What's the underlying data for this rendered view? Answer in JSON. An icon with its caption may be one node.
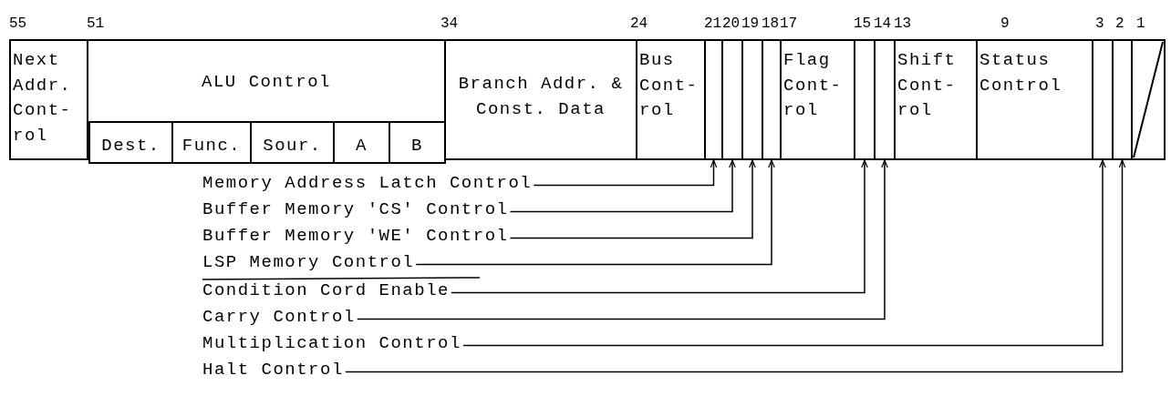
{
  "diagram": {
    "nodes": [
      {
        "text": [
          "Next Addr. Cont- rol"
        ]
      },
      {
        "text": [
          "ALU Control"
        ]
      },
      {
        "text": [
          "Dest."
        ],
        "in": 1
      },
      {
        "text": [
          "Func."
        ],
        "in": 1
      },
      {
        "text": [
          "Sour."
        ],
        "in": 1
      },
      {
        "text": [
          "A"
        ],
        "in": 1
      },
      {
        "text": [
          "B"
        ],
        "in": 1
      },
      {
        "text": [
          "Branch Addr. & Const. Data"
        ]
      },
      {
        "text": [
          "Bus Cont- rol"
        ]
      },
      {
        "text": [],
        "shape": "box"
      },
      {
        "text": [],
        "shape": "box"
      },
      {
        "text": [],
        "shape": "box"
      },
      {
        "text": [],
        "shape": "box"
      },
      {
        "text": [
          "Flag Cont- rol"
        ]
      },
      {
        "text": [],
        "shape": "box"
      },
      {
        "text": [],
        "shape": "box"
      },
      {
        "text": [
          "Shift Cont- rol"
        ]
      },
      {
        "text": [
          "Status Control"
        ]
      },
      {
        "text": [],
        "shape": "box"
      },
      {
        "text": [],
        "shape": "box"
      },
      {
        "text": [],
        "shape": "box"
      },
      {
        "text": [
          "Memory Address Latch Control"
        ]
      },
      {
        "text": [
          "Buffer Memory 'CS' Control"
        ]
      },
      {
        "text": [
          "Buffer Memory 'WE' Control"
        ]
      },
      {
        "text": [
          "LSP Memory Control"
        ]
      },
      {
        "text": [
          "Condition Cord Enable"
        ]
      },
      {
        "text": [
          "Carry Control"
        ]
      },
      {
        "text": [
          "Multiplication Control"
        ]
      },
      {
        "text": [
          "Halt Control"
        ]
      }
    ],
    "edges": [
      {
        "from": 21,
        "to": 9,
        "arrow": "to"
      },
      {
        "from": 22,
        "to": 10,
        "arrow": "to"
      },
      {
        "from": 23,
        "to": 11,
        "arrow": "to"
      },
      {
        "from": 24,
        "to": 12,
        "arrow": "to"
      },
      {
        "from": 25,
        "to": 14,
        "arrow": "to"
      },
      {
        "from": 26,
        "to": 15,
        "arrow": "to"
      },
      {
        "from": 27,
        "to": 18,
        "arrow": "to"
      },
      {
        "from": 28,
        "to": 19,
        "arrow": "to"
      }
    ],
    "labels": [
      "55",
      "51",
      "34",
      "24",
      "21",
      "20",
      "19",
      "18",
      "17",
      "15",
      "14",
      "13",
      "9",
      "3",
      "2",
      "1"
    ]
  }
}
